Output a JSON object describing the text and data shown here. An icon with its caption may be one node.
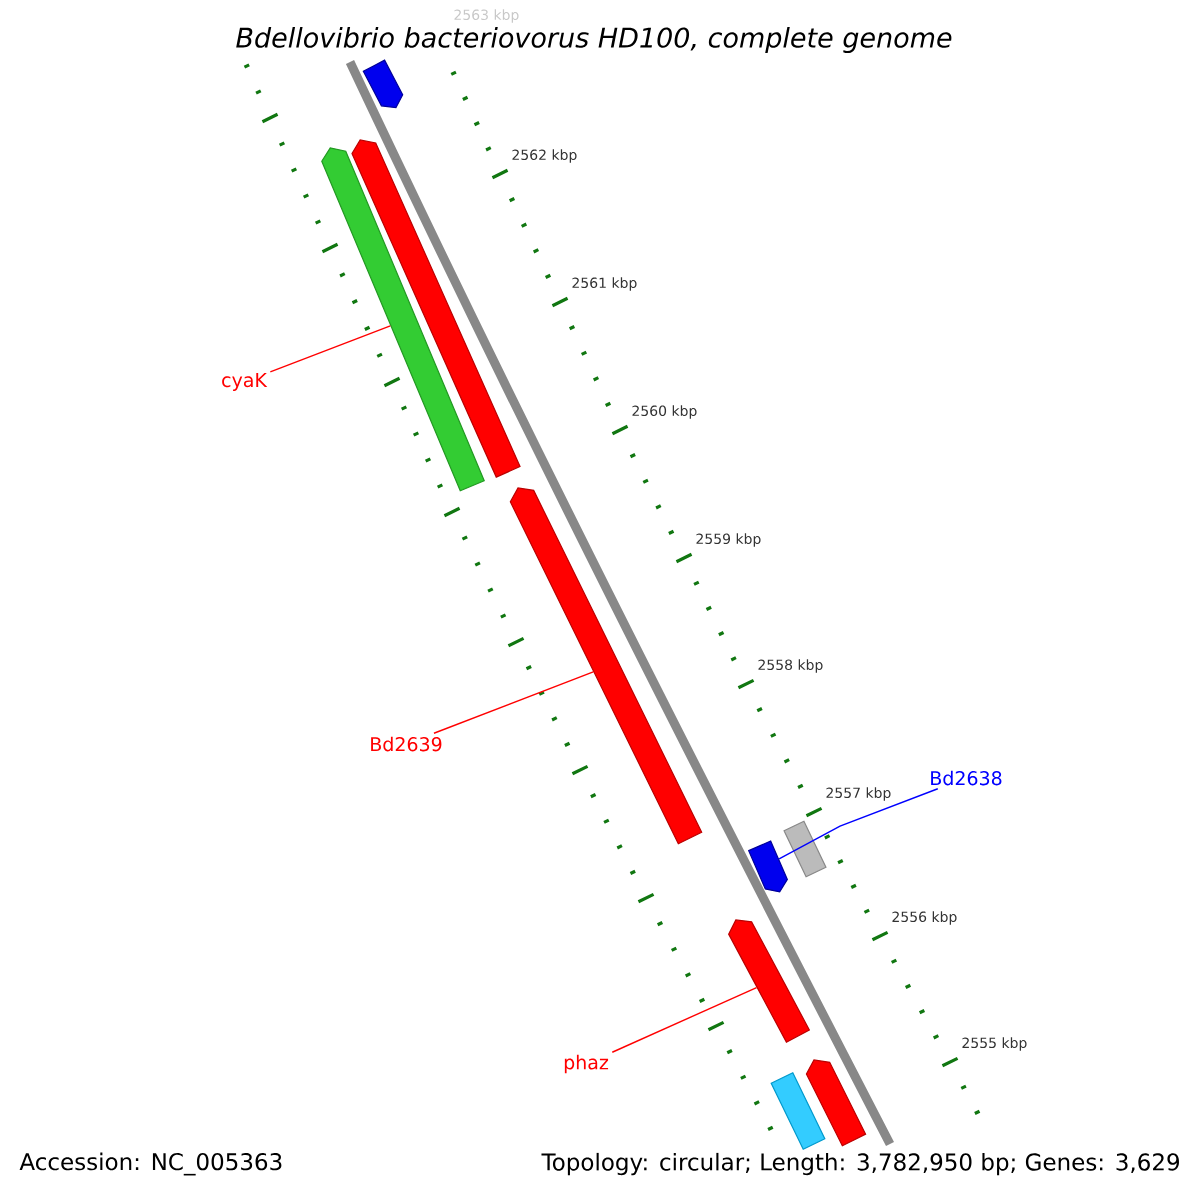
{
  "diagram": {
    "title": "Bdellovibrio bacteriovorus HD100, complete genome",
    "nodes": [
      {
        "text": [],
        "shape": "bar"
      },
      {
        "text": [],
        "shape": "bar"
      },
      {
        "text": [],
        "shape": "bar"
      },
      {
        "text": [
          "cyaK"
        ]
      },
      {
        "text": [],
        "shape": "bar"
      },
      {
        "text": [
          "Bd2639"
        ]
      },
      {
        "text": [
          "Bd2638"
        ]
      },
      {
        "text": [],
        "shape": "bar"
      },
      {
        "text": [],
        "shape": "bar"
      },
      {
        "text": [],
        "shape": "bar"
      },
      {
        "text": [
          "phaz"
        ]
      },
      {
        "text": [],
        "shape": "bar"
      },
      {
        "text": [],
        "shape": "bar"
      }
    ],
    "edges": [
      {
        "from": 3,
        "to": 1,
        "arrow": "none"
      },
      {
        "from": 5,
        "to": 4,
        "arrow": "none"
      },
      {
        "from": 6,
        "to": 7,
        "arrow": "none",
        "color": "#0000ff"
      },
      {
        "from": 10,
        "to": 9,
        "arrow": "none"
      }
    ],
    "labels": [
      "2563 kbp",
      "2562 kbp",
      "2561 kbp",
      "2560 kbp",
      "2559 kbp",
      "2558 kbp",
      "2557 kbp",
      "2556 kbp",
      "2555 kbp",
      "Accession: NC_005363",
      "Topology: circular; Length: 3,782,950 bp; Genes: 3,629"
    ]
  }
}
